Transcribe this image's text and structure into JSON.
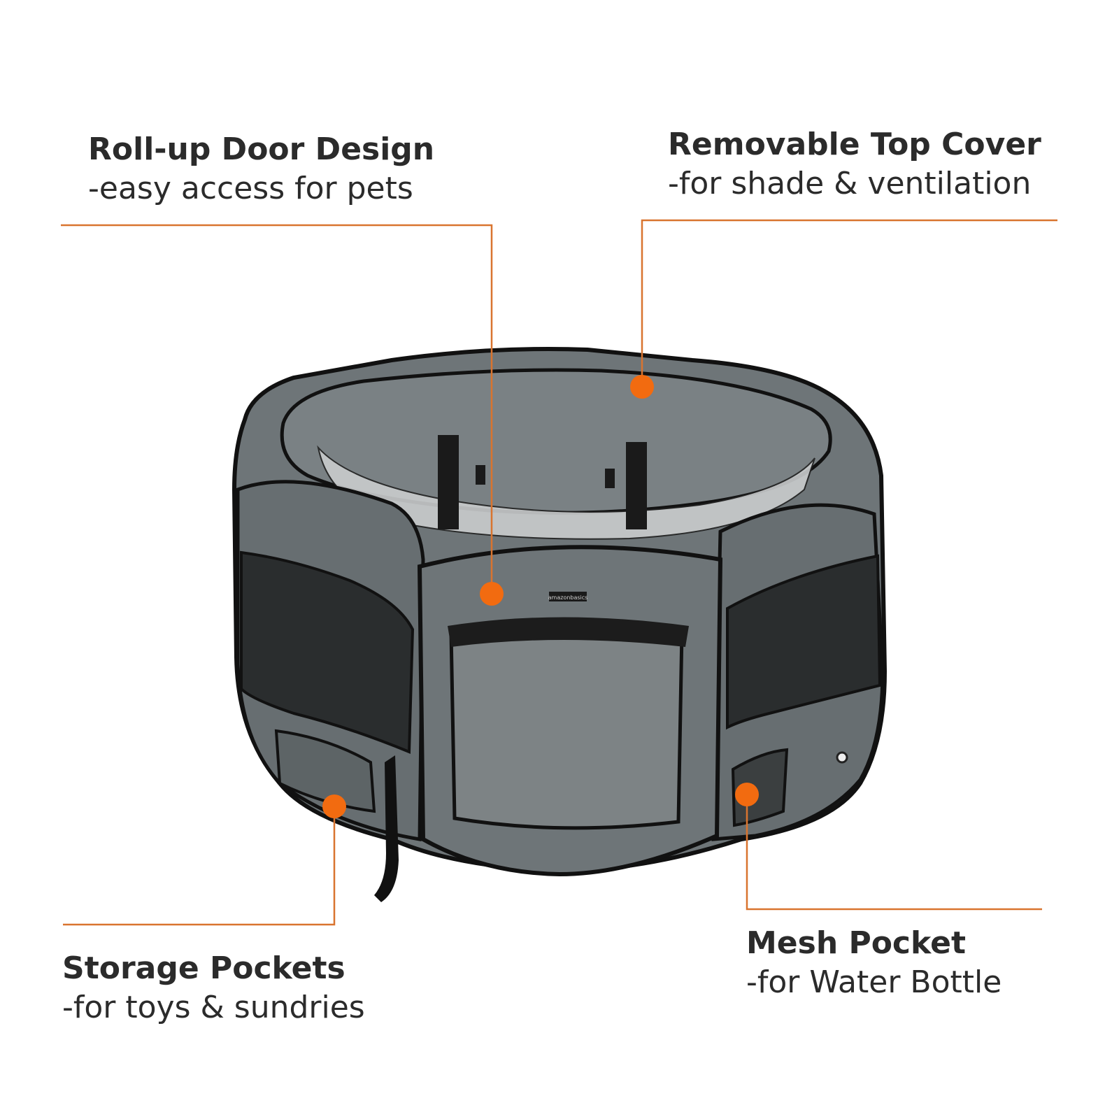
{
  "colors": {
    "accent": "#f26b10",
    "line": "#d9742f",
    "fabric": "#6e7578",
    "fabric_dark": "#565c5e",
    "trim": "#111111",
    "text": "#2b2b2b"
  },
  "features": [
    {
      "id": "door",
      "title": "Roll-up Door Design",
      "subtitle": "-easy access for pets"
    },
    {
      "id": "cover",
      "title": "Removable Top Cover",
      "subtitle": "-for shade & ventilation"
    },
    {
      "id": "storage",
      "title": "Storage Pockets",
      "subtitle": "-for toys & sundries"
    },
    {
      "id": "mesh",
      "title": "Mesh Pocket",
      "subtitle": "-for Water Bottle"
    }
  ],
  "product": {
    "brand_tag": "amazonbasics"
  }
}
